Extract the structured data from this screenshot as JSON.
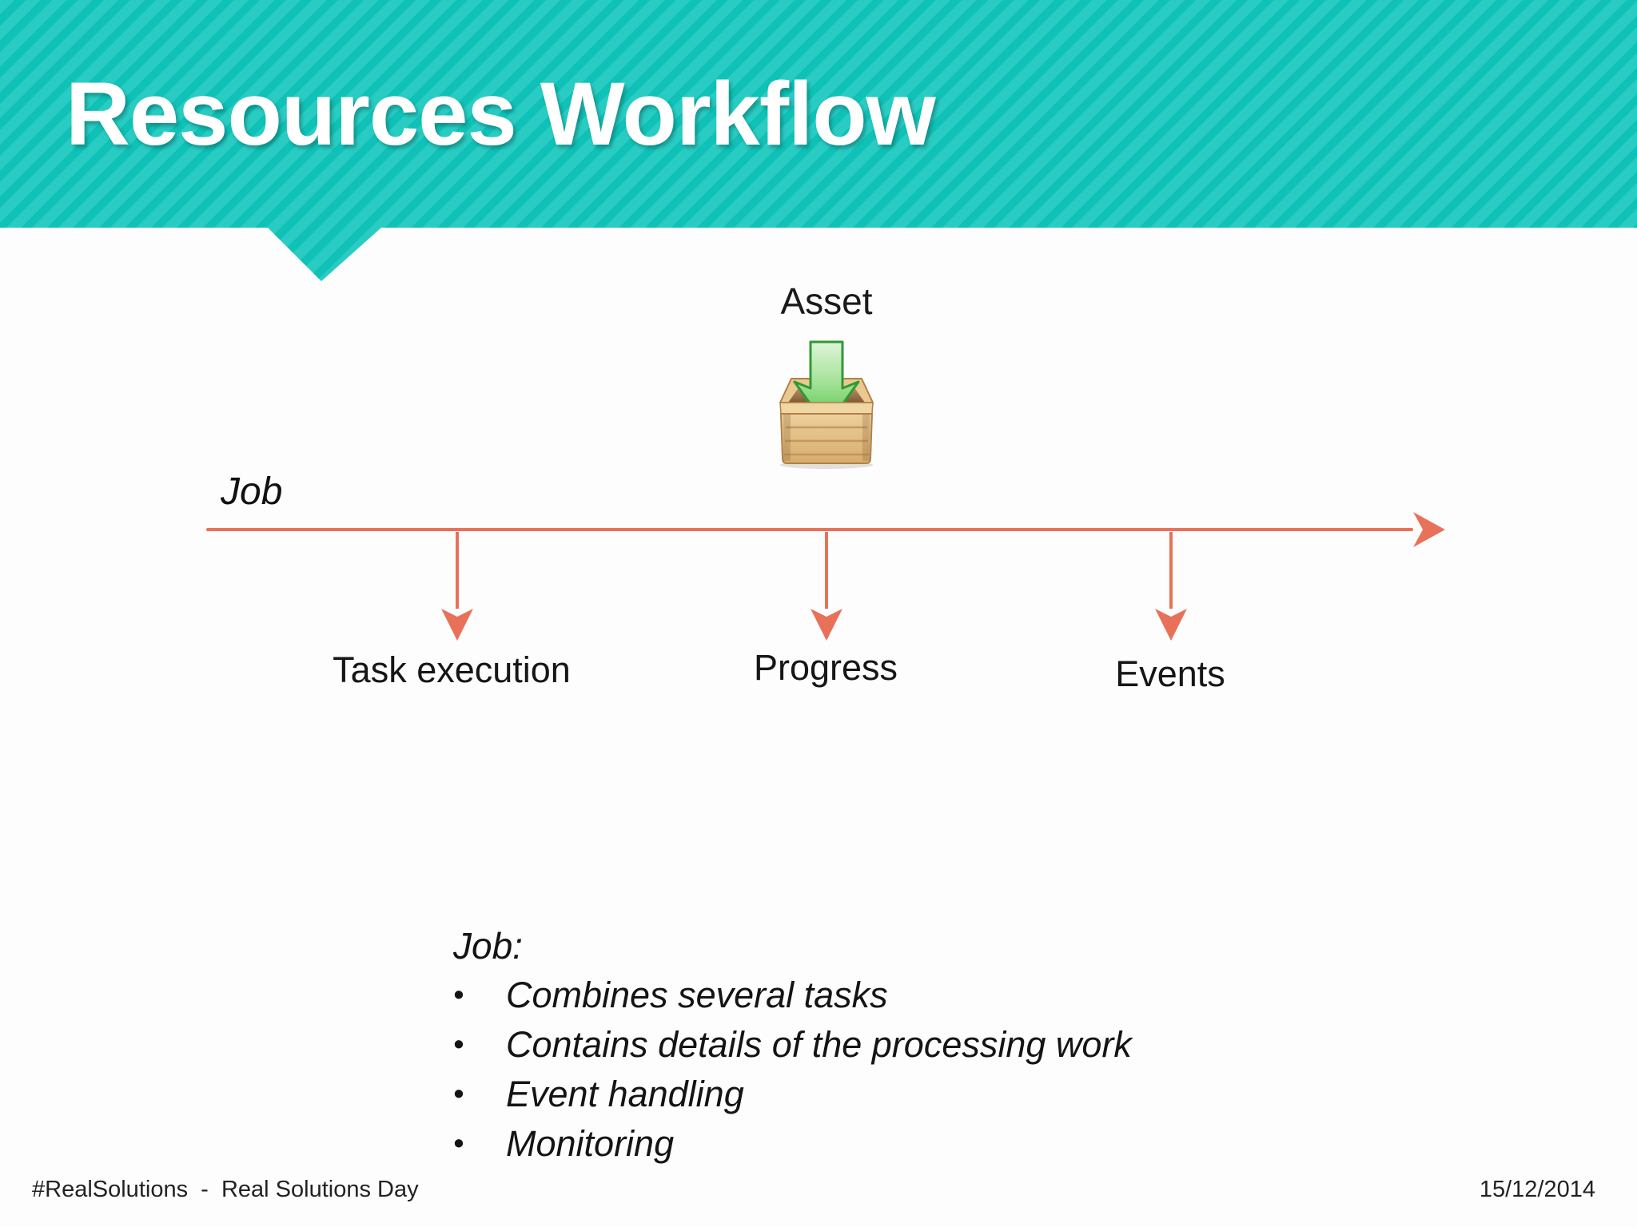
{
  "slide_title": "Resources Workflow",
  "asset": {
    "label": "Asset",
    "icon": "crate-with-green-down-arrow"
  },
  "timeline": {
    "label": "Job",
    "milestones": [
      {
        "label": "Task execution"
      },
      {
        "label": "Progress"
      },
      {
        "label": "Events"
      }
    ]
  },
  "notes": {
    "heading": "Job:",
    "bullet_glyph": "•",
    "bullets": [
      "Combines several tasks",
      "Contains details of the processing work",
      "Event handling",
      "Monitoring"
    ]
  },
  "footer": {
    "left": "#RealSolutions  -  Real Solutions Day",
    "right_date": "15/12/2014"
  },
  "colors": {
    "teal_stripe_light": "#29ccc3",
    "teal_stripe_dark": "#0fc1b6",
    "arrow_coral": "#e8715a",
    "text_dark": "#1a1a1a"
  }
}
